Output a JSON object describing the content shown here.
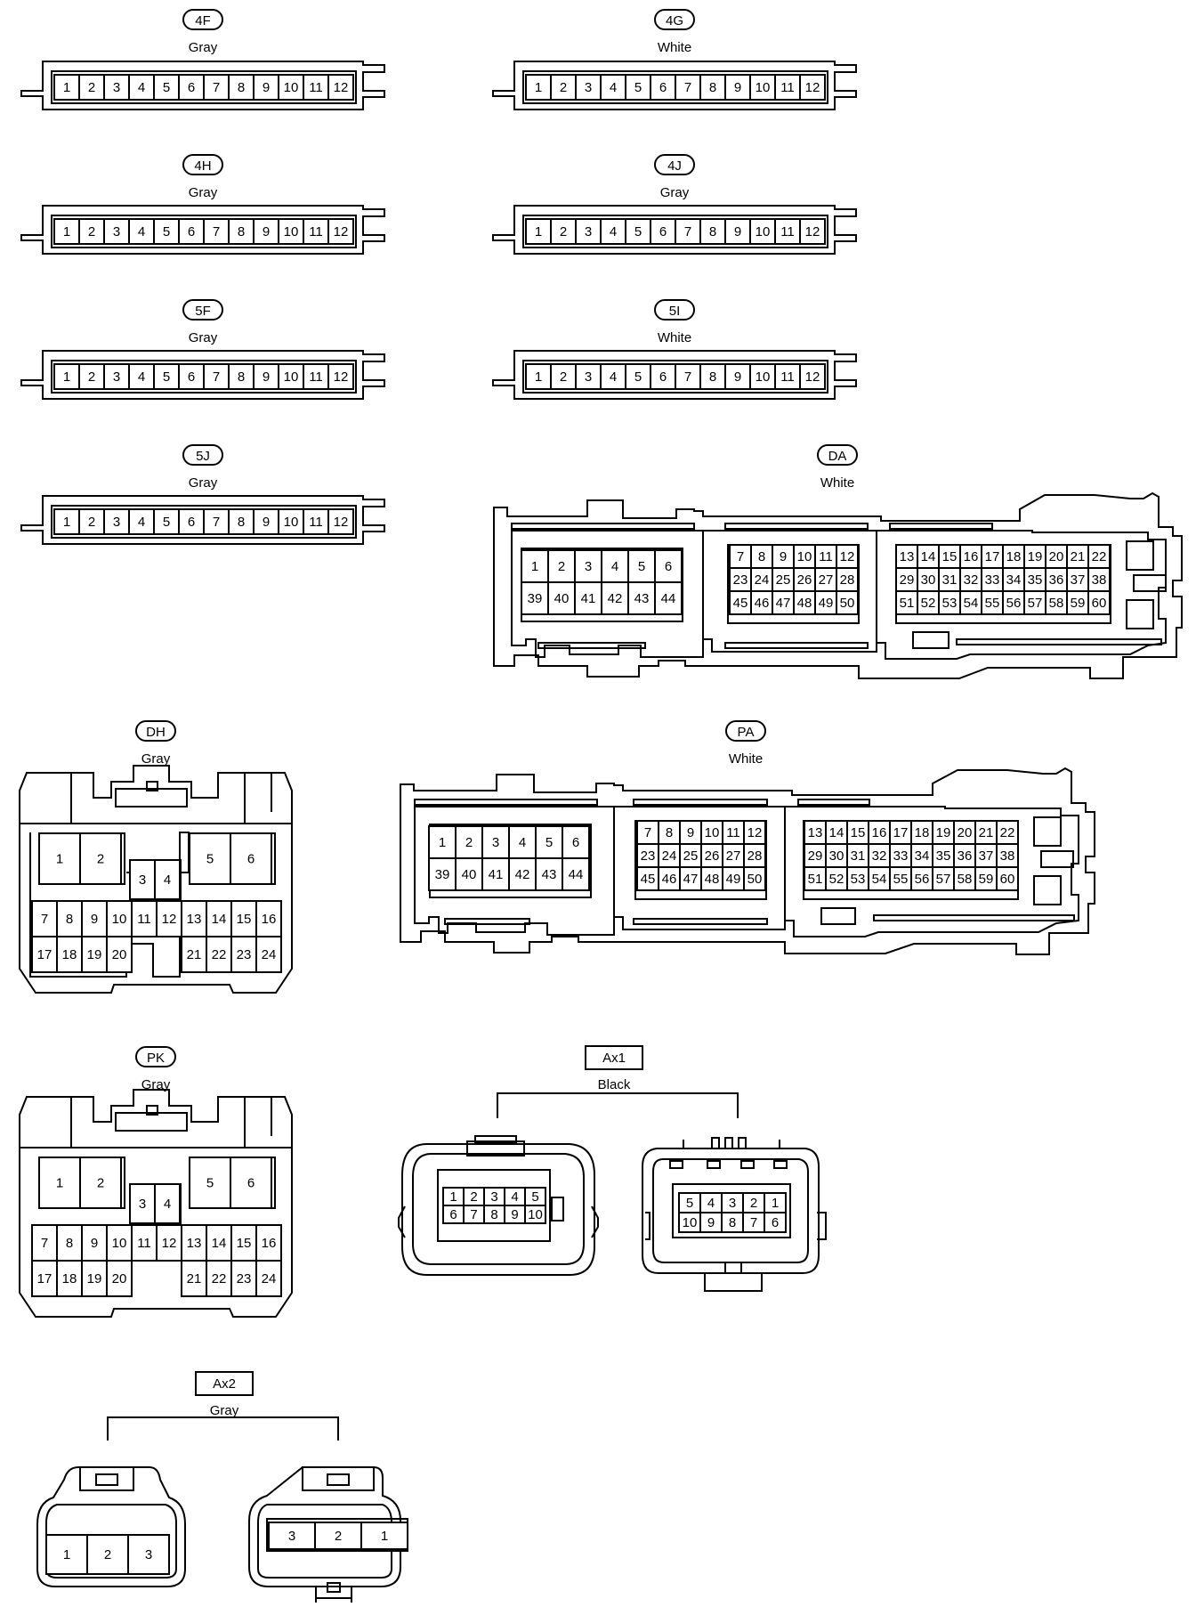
{
  "connectors": [
    {
      "id": "4F",
      "color": "Gray",
      "tag_style": "oval"
    },
    {
      "id": "4G",
      "color": "White",
      "tag_style": "oval"
    },
    {
      "id": "4H",
      "color": "Gray",
      "tag_style": "oval"
    },
    {
      "id": "4J",
      "color": "Gray",
      "tag_style": "oval"
    },
    {
      "id": "5F",
      "color": "Gray",
      "tag_style": "oval"
    },
    {
      "id": "5I",
      "color": "White",
      "tag_style": "oval"
    },
    {
      "id": "5J",
      "color": "Gray",
      "tag_style": "oval"
    },
    {
      "id": "DA",
      "color": "White",
      "tag_style": "oval"
    },
    {
      "id": "DH",
      "color": "Gray",
      "tag_style": "oval"
    },
    {
      "id": "PA",
      "color": "White",
      "tag_style": "oval"
    },
    {
      "id": "PK",
      "color": "Gray",
      "tag_style": "oval"
    },
    {
      "id": "Ax1",
      "color": "Black",
      "tag_style": "box"
    },
    {
      "id": "Ax2",
      "color": "Gray",
      "tag_style": "box"
    }
  ],
  "pins": {
    "row12": [
      "1",
      "2",
      "3",
      "4",
      "5",
      "6",
      "7",
      "8",
      "9",
      "10",
      "11",
      "12"
    ],
    "ecu_a_top": [
      "1",
      "2",
      "3",
      "4",
      "5",
      "6"
    ],
    "ecu_a_bot": [
      "39",
      "40",
      "41",
      "42",
      "43",
      "44"
    ],
    "ecu_b_r1": [
      "7",
      "8",
      "9",
      "10",
      "11",
      "12"
    ],
    "ecu_b_r2": [
      "23",
      "24",
      "25",
      "26",
      "27",
      "28"
    ],
    "ecu_b_r3": [
      "45",
      "46",
      "47",
      "48",
      "49",
      "50"
    ],
    "ecu_c_r1": [
      "13",
      "14",
      "15",
      "16",
      "17",
      "18",
      "19",
      "20",
      "21",
      "22"
    ],
    "ecu_c_r2": [
      "29",
      "30",
      "31",
      "32",
      "33",
      "34",
      "35",
      "36",
      "37",
      "38"
    ],
    "ecu_c_r3": [
      "51",
      "52",
      "53",
      "54",
      "55",
      "56",
      "57",
      "58",
      "59",
      "60"
    ],
    "j24_big": [
      "1",
      "2",
      "5",
      "6"
    ],
    "j24_mid": [
      "3",
      "4"
    ],
    "j24_r1": [
      "7",
      "8",
      "9",
      "10",
      "11",
      "12",
      "13",
      "14",
      "15",
      "16"
    ],
    "j24_r2l": [
      "17",
      "18",
      "19",
      "20"
    ],
    "j24_r2r": [
      "21",
      "22",
      "23",
      "24"
    ],
    "ax1_left_top": [
      "1",
      "2",
      "3",
      "4",
      "5"
    ],
    "ax1_left_bot": [
      "6",
      "7",
      "8",
      "9",
      "10"
    ],
    "ax1_right_top": [
      "5",
      "4",
      "3",
      "2",
      "1"
    ],
    "ax1_right_bot": [
      "10",
      "9",
      "8",
      "7",
      "6"
    ],
    "ax2_left": [
      "1",
      "2",
      "3"
    ],
    "ax2_right": [
      "3",
      "2",
      "1"
    ]
  }
}
